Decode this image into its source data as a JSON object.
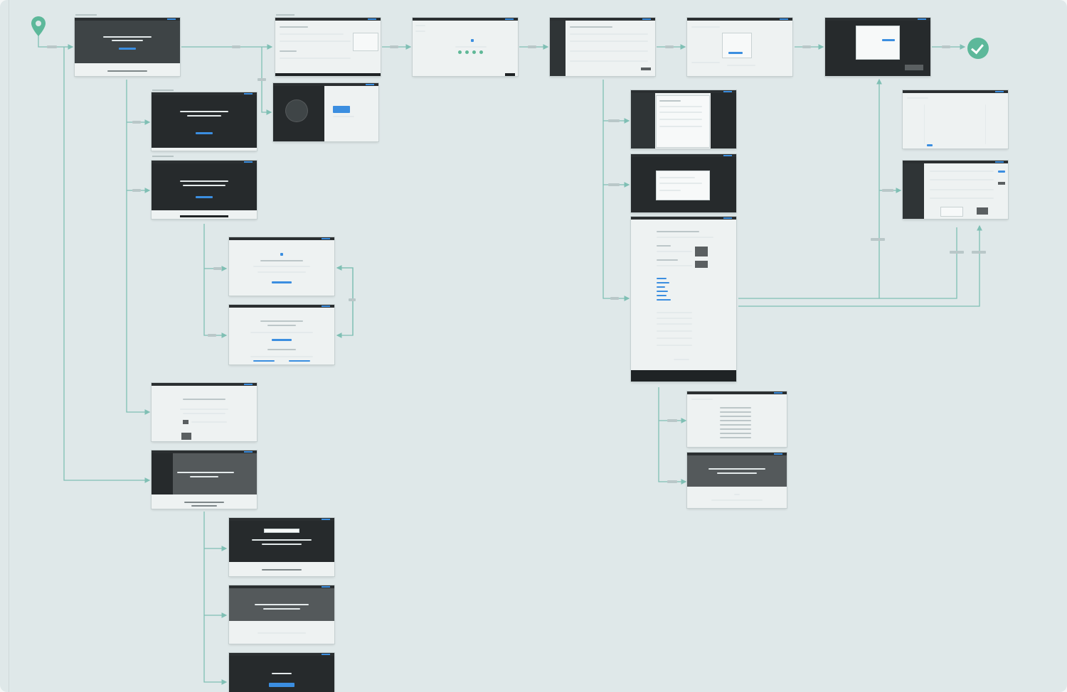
{
  "diagram": {
    "title": "",
    "colors": {
      "canvas": "#dfe8e9",
      "connector": "#7fbfb4",
      "start_pin": "#5db89a",
      "end_check": "#5db89a",
      "screen_dark": "#3e4446",
      "accent_button": "#3b8ee0"
    },
    "icons": {
      "start": "map-pin-icon",
      "end": "check-circle-icon"
    },
    "screens": [
      "landing-hero",
      "form-page",
      "loading-steps",
      "dashboard-form",
      "settings-modal",
      "app-modal",
      "signup-hero",
      "dark-sidebar-page",
      "signup-hero-alt",
      "welcome-page",
      "account-page",
      "confirmation-page",
      "dark-landing",
      "article-hero",
      "photo-hero",
      "dark-footer-page",
      "editor-page-a",
      "editor-page-b",
      "long-doc-page",
      "text-doc",
      "dark-banner",
      "table-view",
      "settings-dashboard"
    ],
    "connector_labels": []
  }
}
